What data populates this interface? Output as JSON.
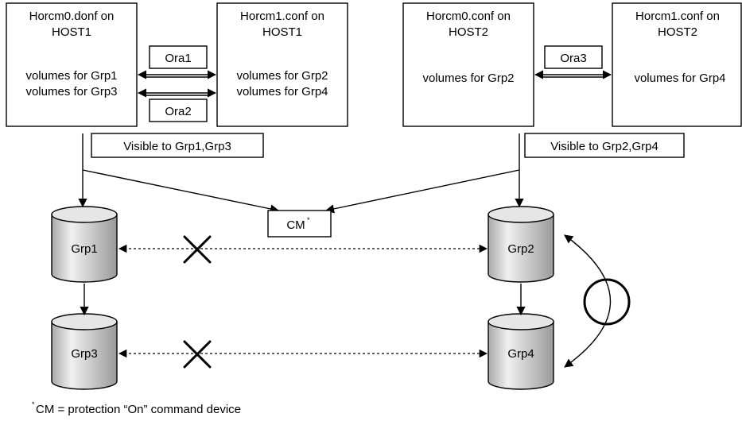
{
  "hosts": [
    {
      "title_line1": "Horcm0.donf on",
      "title_line2": "HOST1",
      "vol_line1": "volumes for Grp1",
      "vol_line2": "volumes for Grp3"
    },
    {
      "title_line1": "Horcm1.conf on",
      "title_line2": "HOST1",
      "vol_line1": "volumes for Grp2",
      "vol_line2": "volumes for Grp4"
    },
    {
      "title_line1": "Horcm0.conf on",
      "title_line2": "HOST2",
      "vol_line1": "volumes for Grp2",
      "vol_line2": ""
    },
    {
      "title_line1": "Horcm1.conf on",
      "title_line2": "HOST2",
      "vol_line1": "volumes for Grp4",
      "vol_line2": ""
    }
  ],
  "links": [
    "Ora1",
    "Ora2",
    "Ora3"
  ],
  "visibility": [
    "Visible to Grp1,Grp3",
    "Visible to Grp2,Grp4"
  ],
  "command_device": {
    "label": "CM",
    "mark": "*"
  },
  "groups": [
    "Grp1",
    "Grp3",
    "Grp2",
    "Grp4"
  ],
  "footnote": {
    "mark": "*",
    "text": "CM = protection “On” command device"
  },
  "colors": {
    "line": "#000000",
    "cylinder_light": "#f0f0f0",
    "cylinder_dark": "#a9a9a9"
  }
}
